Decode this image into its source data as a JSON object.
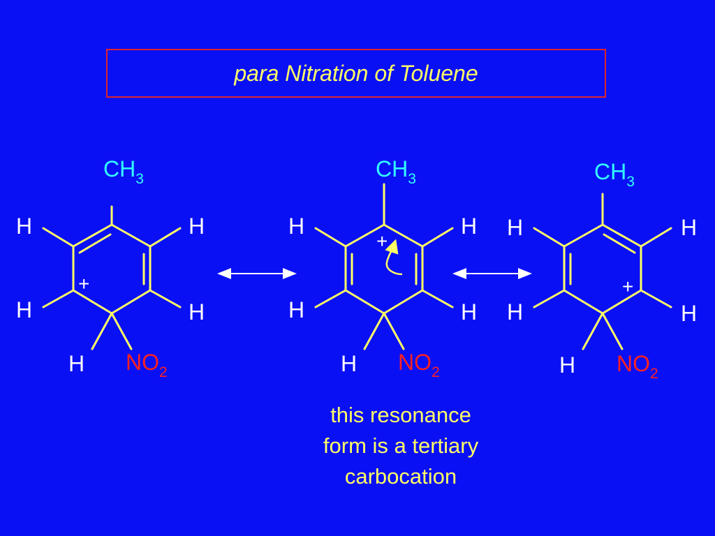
{
  "title": "para Nitration of Toluene",
  "structures": [
    {
      "ch3": "CH",
      "ch3_sub": "3",
      "h_top_left": "H",
      "h_top_right": "H",
      "h_mid_left": "H",
      "h_mid_right": "H",
      "h_bottom": "H",
      "no2": "NO",
      "no2_sub": "2",
      "charge": "+"
    },
    {
      "ch3": "CH",
      "ch3_sub": "3",
      "h_top_left": "H",
      "h_top_right": "H",
      "h_mid_left": "H",
      "h_mid_right": "H",
      "h_bottom": "H",
      "no2": "NO",
      "no2_sub": "2",
      "charge": "+"
    },
    {
      "ch3": "CH",
      "ch3_sub": "3",
      "h_top_left": "H",
      "h_top_right": "H",
      "h_mid_left": "H",
      "h_mid_right": "H",
      "h_bottom": "H",
      "no2": "NO",
      "no2_sub": "2",
      "charge": "+"
    }
  ],
  "caption_lines": [
    "this resonance",
    "form is a tertiary",
    "carbocation"
  ],
  "colors": {
    "background": "#0a10f4",
    "bond": "#ffff66",
    "hydrogen": "#ffffff",
    "methyl": "#33ffff",
    "nitro": "#ff2020",
    "charge": "#ffffff",
    "title_border": "#e0242c"
  }
}
